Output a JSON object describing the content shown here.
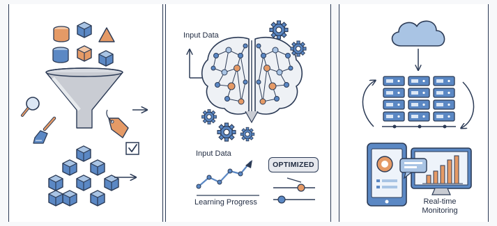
{
  "panels": {
    "model": {
      "input_label_top": "Input Data",
      "input_label_bottom": "Input Data",
      "progress_label": "Learning Progress",
      "badge": "OPTIMIZED"
    },
    "deploy": {
      "monitor_label_line1": "Real-time",
      "monitor_label_line2": "Monitoring"
    }
  },
  "icons": [
    "cylinder-icon",
    "cube-icon",
    "triangle-icon",
    "funnel-icon",
    "magnifier-icon",
    "brush-icon",
    "tag-icon",
    "checkbox-icon",
    "brain-network-icon",
    "gear-icon",
    "line-chart-icon",
    "slider-icon",
    "cloud-icon",
    "server-rack-icon",
    "cycle-arrow-icon",
    "tablet-icon",
    "monitor-icon",
    "chat-bubble-icon",
    "bar-chart-icon"
  ],
  "colors": {
    "blue": "#5b88c4",
    "blue_light": "#a9c4e4",
    "orange": "#e59a66",
    "orange_light": "#f3c7a6",
    "outline": "#2b3a55",
    "gray": "#c9ccd3"
  }
}
